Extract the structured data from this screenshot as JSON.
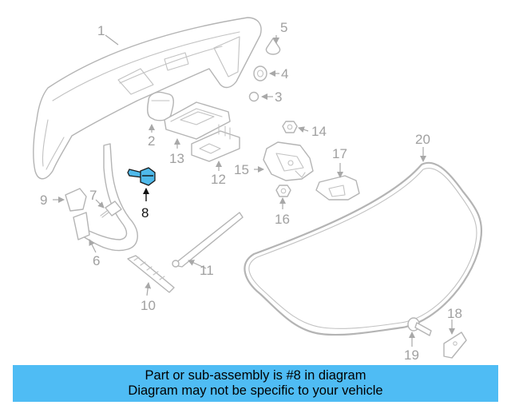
{
  "callouts": {
    "c1": "1",
    "c2": "2",
    "c3": "3",
    "c4": "4",
    "c5": "5",
    "c6": "6",
    "c7": "7",
    "c8": "8",
    "c9": "9",
    "c10": "10",
    "c11": "11",
    "c12": "12",
    "c13": "13",
    "c14": "14",
    "c15": "15",
    "c16": "16",
    "c17": "17",
    "c18": "18",
    "c19": "19",
    "c20": "20"
  },
  "highlighted_part": "8",
  "colors": {
    "highlight_fill": "#4fb9ea",
    "banner_background": "#4fbcf4",
    "line_gray": "#b4b4b4"
  },
  "banner": {
    "line1": "Part or sub-assembly is #8 in diagram",
    "line2": "Diagram may not be specific to your vehicle"
  }
}
